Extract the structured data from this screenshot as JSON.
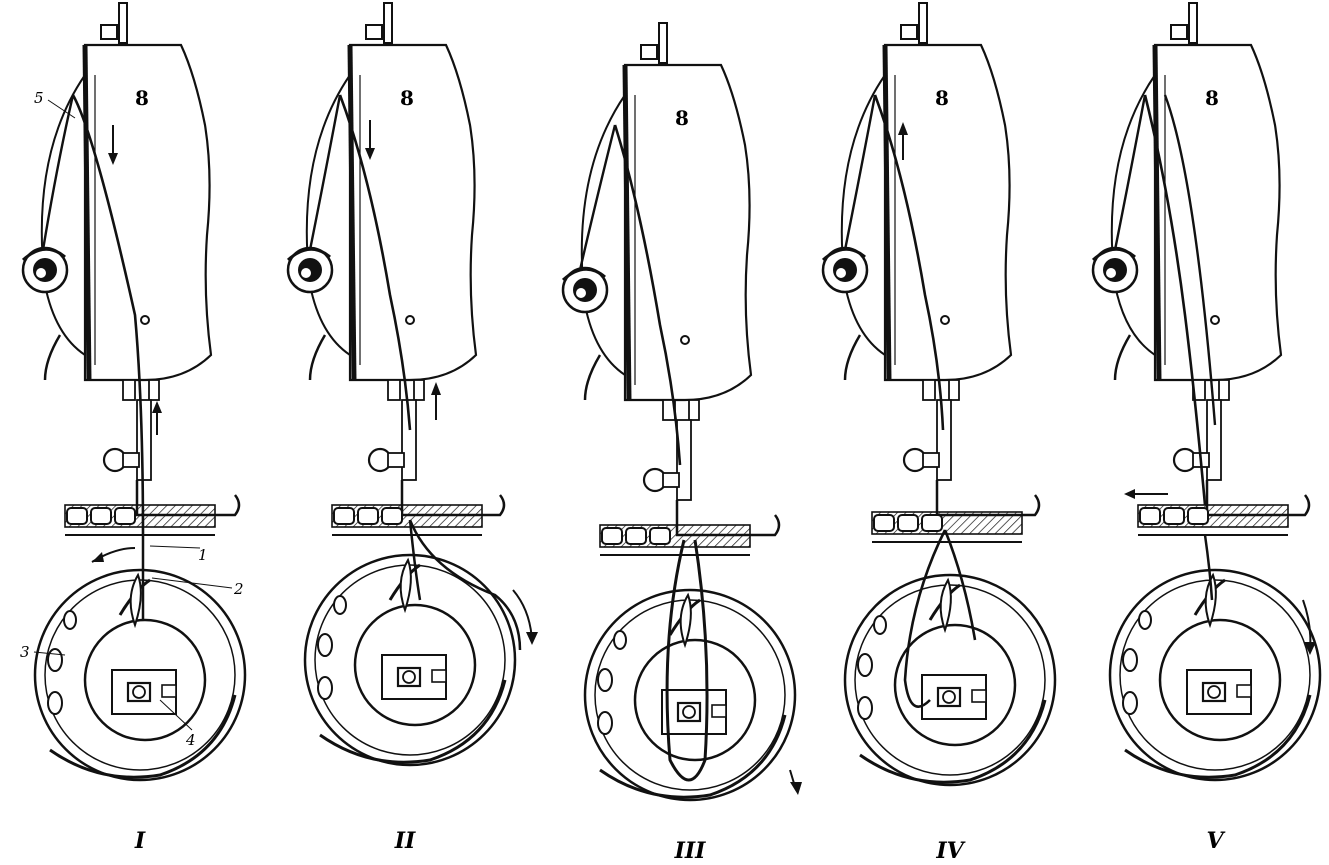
{
  "stages": [
    {
      "id": "stage-1",
      "label": "I"
    },
    {
      "id": "stage-2",
      "label": "II"
    },
    {
      "id": "stage-3",
      "label": "III"
    },
    {
      "id": "stage-4",
      "label": "IV"
    },
    {
      "id": "stage-5",
      "label": "V"
    }
  ],
  "callouts": {
    "c1": "1",
    "c2": "2",
    "c3": "3",
    "c4": "4",
    "c5": "5"
  }
}
